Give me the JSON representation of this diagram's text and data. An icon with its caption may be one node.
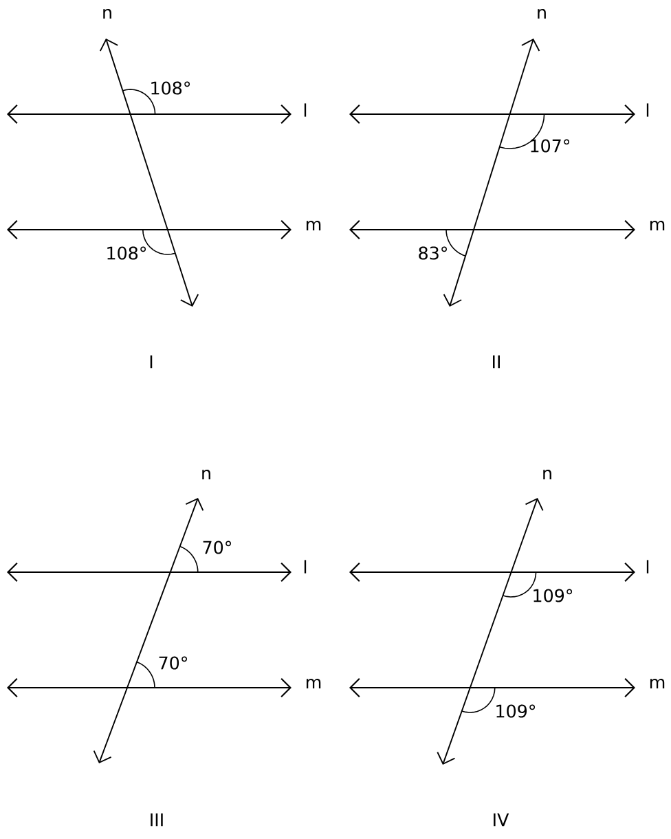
{
  "diagram": {
    "labels": [
      "n",
      "108°",
      "l",
      "m",
      "108°",
      "I",
      "n",
      "l",
      "107°",
      "m",
      "83°",
      "II",
      "n",
      "70°",
      "l",
      "m",
      "70°",
      "III",
      "n",
      "l",
      "109°",
      "m",
      "109°",
      "IV"
    ]
  }
}
